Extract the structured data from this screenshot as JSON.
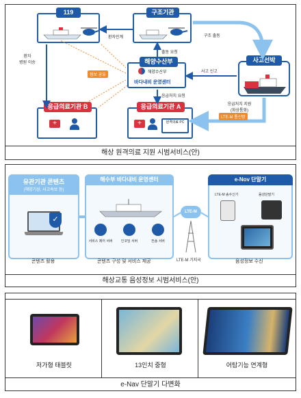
{
  "fig1": {
    "caption": "해상 원격의료 지원 시범서비스(안)",
    "nodes": {
      "n119": "119",
      "rescue": "구조기관",
      "mof": "해양수산부",
      "mof_logo": "해양수산부",
      "mof_center": "바다내비 운영센터",
      "accident": "사고선박",
      "medA": "응급의료기관 A",
      "medB": "응급의료기관 B"
    },
    "labels": {
      "patient_transfer": "환자인계",
      "rescue_dispatch": "구조 출동",
      "dispatch_request": "출동 요청",
      "accident_report": "사고 신고",
      "patient_transport": "환자\n병원 이송",
      "info_share": "정보 공유",
      "emergency_request": "응급처치 요청",
      "emergency_support": "응급처치 지원\n(화상통화)",
      "lte": "LTE-M 통신망",
      "pc": "원격의료 PC"
    }
  },
  "fig2": {
    "caption": "해상교통 음성정보 시범서비스(안)",
    "left_title": "유관기관 콘텐츠",
    "left_sub": "(해양기상, 사고속보 등)",
    "left_footer": "콘텐츠 활용",
    "center_title": "해수부 바다내비 운영센터",
    "center_items": [
      "서비스 제어 서버",
      "인코딩 서버",
      "전송 서버"
    ],
    "center_footer": "콘텐츠 구성 및 서비스 제공",
    "lte_cloud": "LTE-M",
    "lte_tower": "LTE-M 기지국",
    "right_title": "e-Nov 단말기",
    "right_items": [
      "LTE-M 송수신기",
      "음성단말기"
    ],
    "right_footer": "음성정보 수신"
  },
  "fig3": {
    "caption": "e-Nav 단말기 다변화",
    "devices": [
      "저가형 태블릿",
      "13인치 중형",
      "어탐기능 연계형"
    ]
  },
  "colors": {
    "blue": "#1e5aa8",
    "light_blue": "#8cc3ee",
    "orange": "#f08a2a",
    "red": "#d9333f"
  }
}
